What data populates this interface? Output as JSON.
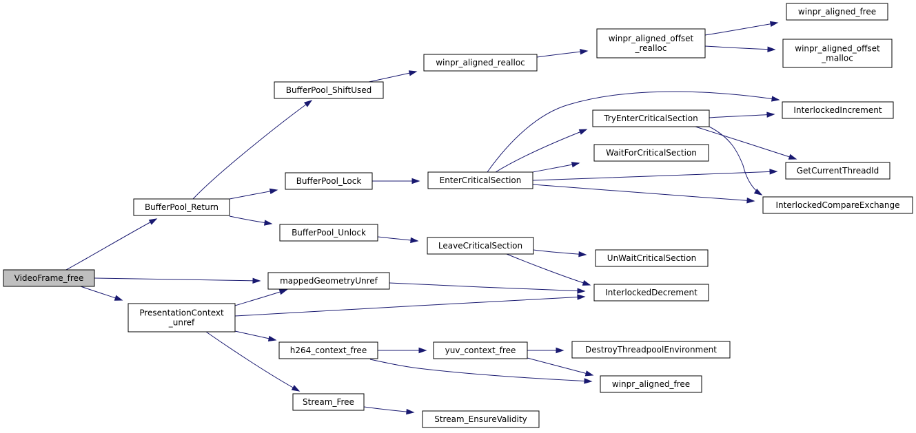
{
  "diagram": {
    "nodes": [
      {
        "id": "videoframe_free",
        "lines": [
          "VideoFrame_free"
        ],
        "root": true
      },
      {
        "id": "bufferpool_return",
        "lines": [
          "BufferPool_Return"
        ]
      },
      {
        "id": "bufferpool_shiftused",
        "lines": [
          "BufferPool_ShiftUsed"
        ]
      },
      {
        "id": "bufferpool_lock",
        "lines": [
          "BufferPool_Lock"
        ]
      },
      {
        "id": "bufferpool_unlock",
        "lines": [
          "BufferPool_Unlock"
        ]
      },
      {
        "id": "mappedgeometryunref",
        "lines": [
          "mappedGeometryUnref"
        ]
      },
      {
        "id": "presentationcontext_unref",
        "lines": [
          "PresentationContext",
          "_unref"
        ]
      },
      {
        "id": "h264_context_free",
        "lines": [
          "h264_context_free"
        ]
      },
      {
        "id": "stream_free",
        "lines": [
          "Stream_Free"
        ]
      },
      {
        "id": "winpr_aligned_realloc",
        "lines": [
          "winpr_aligned_realloc"
        ]
      },
      {
        "id": "entercriticalsection",
        "lines": [
          "EnterCriticalSection"
        ]
      },
      {
        "id": "leavecriticalsection",
        "lines": [
          "LeaveCriticalSection"
        ]
      },
      {
        "id": "yuv_context_free",
        "lines": [
          "yuv_context_free"
        ]
      },
      {
        "id": "stream_ensurevalidity",
        "lines": [
          "Stream_EnsureValidity"
        ]
      },
      {
        "id": "winpr_aligned_offset_realloc",
        "lines": [
          "winpr_aligned_offset",
          "_realloc"
        ]
      },
      {
        "id": "tryentercriticalsection",
        "lines": [
          "TryEnterCriticalSection"
        ]
      },
      {
        "id": "waitforcriticalsection",
        "lines": [
          "WaitForCriticalSection"
        ]
      },
      {
        "id": "unwaitcriticalsection",
        "lines": [
          "UnWaitCriticalSection"
        ]
      },
      {
        "id": "interlockeddecrement",
        "lines": [
          "InterlockedDecrement"
        ]
      },
      {
        "id": "destroythreadpoolenvironment",
        "lines": [
          "DestroyThreadpoolEnvironment"
        ]
      },
      {
        "id": "winpr_aligned_free_b",
        "lines": [
          "winpr_aligned_free"
        ]
      },
      {
        "id": "winpr_aligned_free_t",
        "lines": [
          "winpr_aligned_free"
        ]
      },
      {
        "id": "winpr_aligned_offset_malloc",
        "lines": [
          "winpr_aligned_offset",
          "_malloc"
        ]
      },
      {
        "id": "interlockedincrement",
        "lines": [
          "InterlockedIncrement"
        ]
      },
      {
        "id": "getcurrentthreadid",
        "lines": [
          "GetCurrentThreadId"
        ]
      },
      {
        "id": "interlockedcompareexchange",
        "lines": [
          "InterlockedCompareExchange"
        ]
      }
    ],
    "edges": [
      {
        "from": "videoframe_free",
        "to": "bufferpool_return"
      },
      {
        "from": "videoframe_free",
        "to": "mappedgeometryunref"
      },
      {
        "from": "videoframe_free",
        "to": "presentationcontext_unref"
      },
      {
        "from": "bufferpool_return",
        "to": "bufferpool_shiftused"
      },
      {
        "from": "bufferpool_return",
        "to": "bufferpool_lock"
      },
      {
        "from": "bufferpool_return",
        "to": "bufferpool_unlock"
      },
      {
        "from": "bufferpool_shiftused",
        "to": "winpr_aligned_realloc"
      },
      {
        "from": "winpr_aligned_realloc",
        "to": "winpr_aligned_offset_realloc"
      },
      {
        "from": "winpr_aligned_offset_realloc",
        "to": "winpr_aligned_free_t"
      },
      {
        "from": "winpr_aligned_offset_realloc",
        "to": "winpr_aligned_offset_malloc"
      },
      {
        "from": "bufferpool_lock",
        "to": "entercriticalsection"
      },
      {
        "from": "entercriticalsection",
        "to": "interlockedincrement"
      },
      {
        "from": "entercriticalsection",
        "to": "tryentercriticalsection"
      },
      {
        "from": "entercriticalsection",
        "to": "waitforcriticalsection"
      },
      {
        "from": "entercriticalsection",
        "to": "getcurrentthreadid"
      },
      {
        "from": "entercriticalsection",
        "to": "interlockedcompareexchange"
      },
      {
        "from": "tryentercriticalsection",
        "to": "interlockedincrement"
      },
      {
        "from": "tryentercriticalsection",
        "to": "getcurrentthreadid"
      },
      {
        "from": "tryentercriticalsection",
        "to": "interlockedcompareexchange"
      },
      {
        "from": "bufferpool_unlock",
        "to": "leavecriticalsection"
      },
      {
        "from": "leavecriticalsection",
        "to": "unwaitcriticalsection"
      },
      {
        "from": "leavecriticalsection",
        "to": "interlockeddecrement"
      },
      {
        "from": "mappedgeometryunref",
        "to": "interlockeddecrement"
      },
      {
        "from": "presentationcontext_unref",
        "to": "mappedgeometryunref"
      },
      {
        "from": "presentationcontext_unref",
        "to": "interlockeddecrement"
      },
      {
        "from": "presentationcontext_unref",
        "to": "h264_context_free"
      },
      {
        "from": "presentationcontext_unref",
        "to": "stream_free"
      },
      {
        "from": "h264_context_free",
        "to": "yuv_context_free"
      },
      {
        "from": "h264_context_free",
        "to": "winpr_aligned_free_b"
      },
      {
        "from": "yuv_context_free",
        "to": "destroythreadpoolenvironment"
      },
      {
        "from": "yuv_context_free",
        "to": "winpr_aligned_free_b"
      },
      {
        "from": "stream_free",
        "to": "stream_ensurevalidity"
      }
    ]
  }
}
